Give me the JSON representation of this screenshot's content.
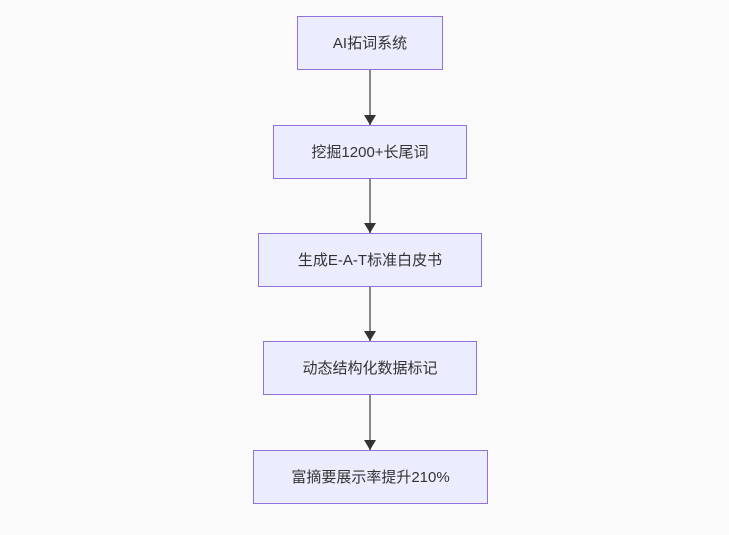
{
  "diagram": {
    "type": "flowchart-top-down",
    "nodes": [
      {
        "label": "AI拓词系统"
      },
      {
        "label": "挖掘1200+长尾词"
      },
      {
        "label": "生成E-A-T标准白皮书"
      },
      {
        "label": "动态结构化数据标记"
      },
      {
        "label": "富摘要展示率提升210%"
      }
    ],
    "edges": [
      {
        "from": 0,
        "to": 1
      },
      {
        "from": 1,
        "to": 2
      },
      {
        "from": 2,
        "to": 3
      },
      {
        "from": 3,
        "to": 4
      }
    ],
    "colors": {
      "background": "#fafafa",
      "node_fill": "#ECECFF",
      "node_border": "#9370DB",
      "text": "#333333",
      "edge_line": "#888888",
      "arrowhead": "#333333"
    }
  }
}
